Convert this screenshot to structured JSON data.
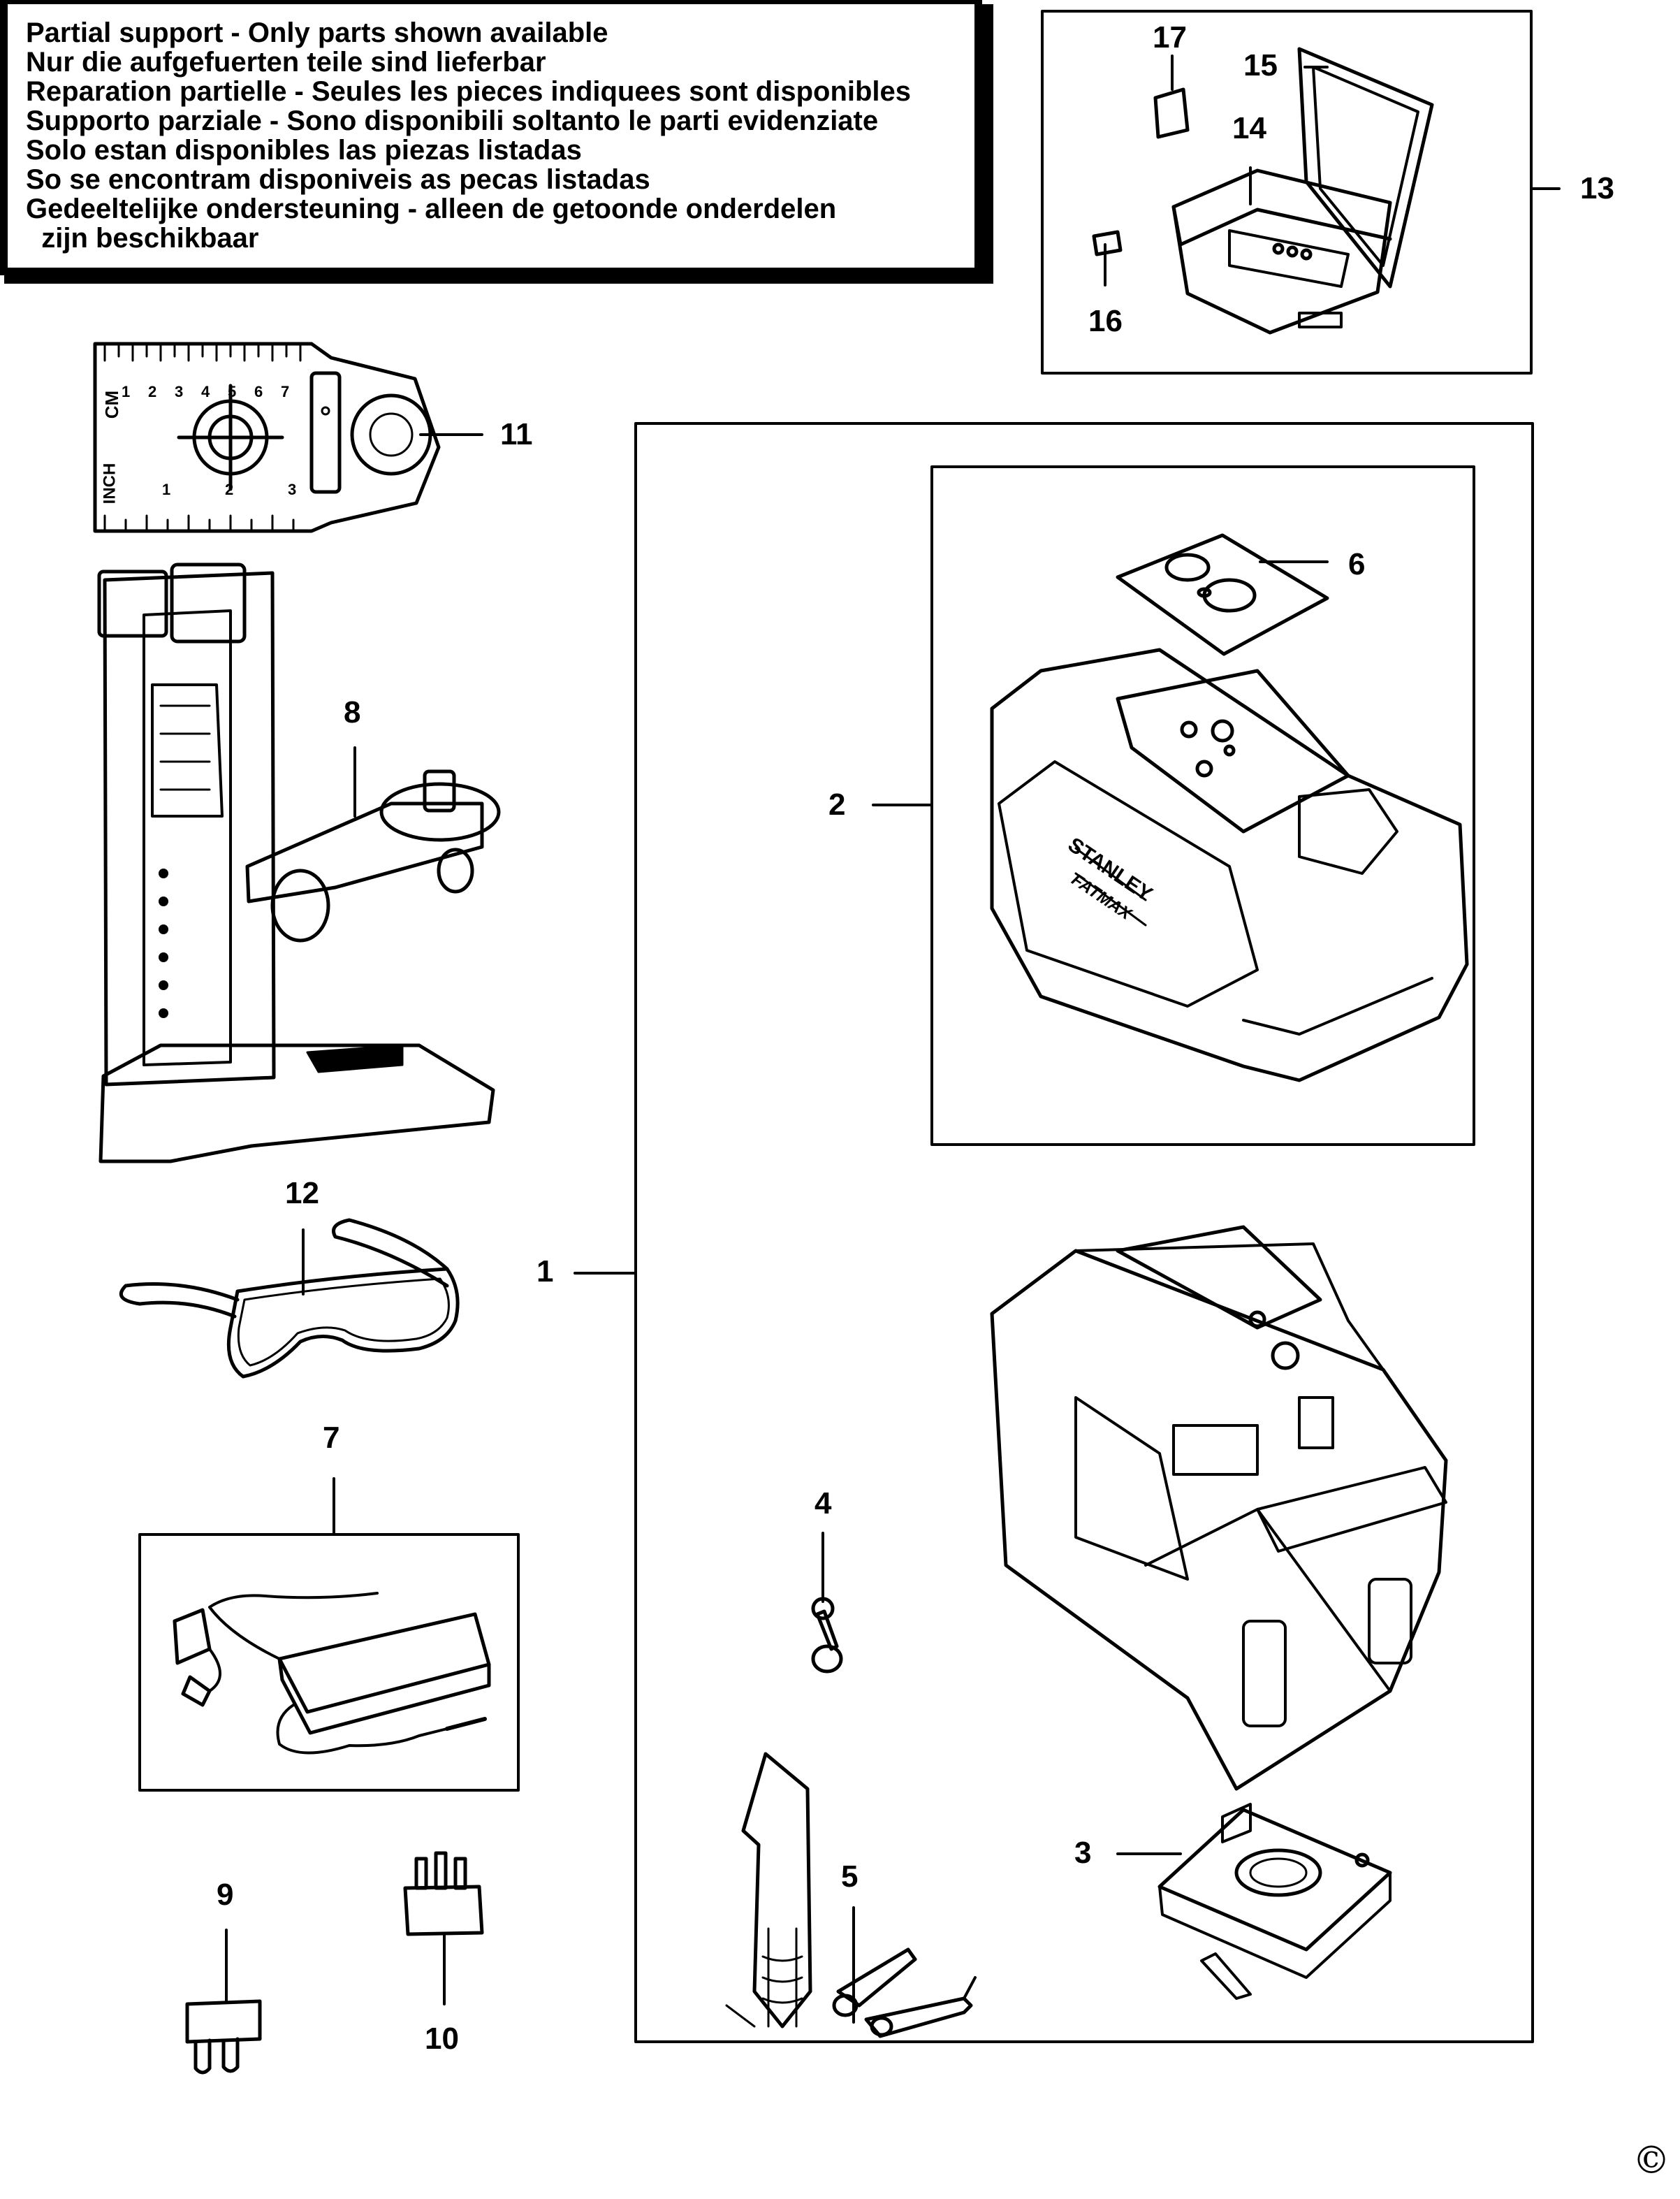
{
  "notice": {
    "lines": [
      "Partial support - Only parts shown available",
      "Nur die aufgefuerten teile sind lieferbar",
      "Reparation partielle - Seules les pieces indiquees sont disponibles",
      "Supporto parziale - Sono disponibili soltanto le parti evidenziate",
      "Solo estan disponibles las piezas listadas",
      "So se encontram disponiveis as pecas listadas",
      "Gedeeltelijke ondersteuning - alleen de getoonde onderdelen",
      "  zijn beschikbaar"
    ]
  },
  "callouts": {
    "c1": "1",
    "c2": "2",
    "c3": "3",
    "c4": "4",
    "c5": "5",
    "c6": "6",
    "c7": "7",
    "c8": "8",
    "c9": "9",
    "c10": "10",
    "c11": "11",
    "c12": "12",
    "c13": "13",
    "c14": "14",
    "c15": "15",
    "c16": "16",
    "c17": "17"
  },
  "target_card": {
    "units_top": "CM",
    "units_bottom": "INCH",
    "cm_ticks": [
      "1",
      "2",
      "3",
      "4",
      "5",
      "6",
      "7"
    ],
    "inch_ticks": [
      "1",
      "2",
      "3"
    ]
  },
  "laser_brand": {
    "line1": "STANLEY",
    "line2": "FATMAX"
  },
  "copyright_symbol": "©"
}
